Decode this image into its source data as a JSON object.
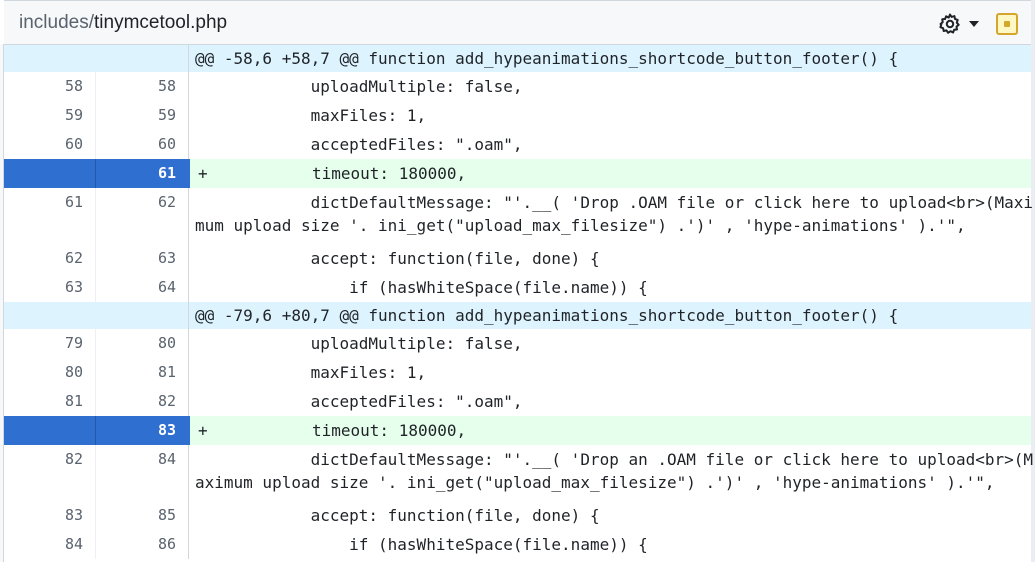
{
  "file": {
    "dir": "includes/",
    "name": "tinymcetool.php",
    "icons": {
      "settings": "gear-icon",
      "dropdown": "triangle-down-icon",
      "viewed": "file-viewed-icon"
    },
    "accent": "#2f6fcf"
  },
  "rows": [
    {
      "type": "hunk",
      "old": "",
      "new": "",
      "text": "@@ -58,6 +58,7 @@ function add_hypeanimations_shortcode_button_footer() {"
    },
    {
      "type": "ctx",
      "old": "58",
      "new": "58",
      "text": "            uploadMultiple: false,"
    },
    {
      "type": "ctx",
      "old": "59",
      "new": "59",
      "text": "            maxFiles: 1,"
    },
    {
      "type": "ctx",
      "old": "60",
      "new": "60",
      "text": "            acceptedFiles: \".oam\","
    },
    {
      "type": "add",
      "old": "",
      "new": "61",
      "marker": "+",
      "text": "timeout: 180000,"
    },
    {
      "type": "wrap",
      "old": "61",
      "new": "62",
      "line1": "            dictDefaultMessage: \"'.__( 'Drop .OAM file or click here to upload<br>(Maxi",
      "line2": "mum upload size '. ini_get(\"upload_max_filesize\") .')' , 'hype-animations' ).'\","
    },
    {
      "type": "ctx",
      "old": "62",
      "new": "63",
      "text": "            accept: function(file, done) {"
    },
    {
      "type": "ctx",
      "old": "63",
      "new": "64",
      "text": "                if (hasWhiteSpace(file.name)) {"
    },
    {
      "type": "hunk",
      "old": "",
      "new": "",
      "text": "@@ -79,6 +80,7 @@ function add_hypeanimations_shortcode_button_footer() {"
    },
    {
      "type": "ctx",
      "old": "79",
      "new": "80",
      "text": "            uploadMultiple: false,"
    },
    {
      "type": "ctx",
      "old": "80",
      "new": "81",
      "text": "            maxFiles: 1,"
    },
    {
      "type": "ctx",
      "old": "81",
      "new": "82",
      "text": "            acceptedFiles: \".oam\","
    },
    {
      "type": "add",
      "old": "",
      "new": "83",
      "marker": "+",
      "text": "timeout: 180000,"
    },
    {
      "type": "wrap",
      "old": "82",
      "new": "84",
      "line1": "            dictDefaultMessage: \"'.__( 'Drop an .OAM file or click here to upload<br>(M",
      "line2": "aximum upload size '. ini_get(\"upload_max_filesize\") .')' , 'hype-animations' ).'\","
    },
    {
      "type": "ctx",
      "old": "83",
      "new": "85",
      "text": "            accept: function(file, done) {"
    },
    {
      "type": "ctx",
      "old": "84",
      "new": "86",
      "text": "                if (hasWhiteSpace(file.name)) {"
    }
  ]
}
